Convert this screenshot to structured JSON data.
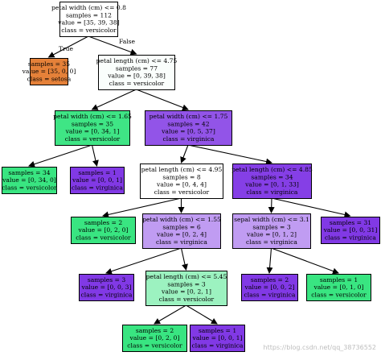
{
  "tree": {
    "colors": {
      "white": "#ffffff",
      "setosa": "#e58139",
      "versicolor_strong": "#39e581",
      "versicolor_light": "#a8f3c4",
      "virginica_strong": "#8139e5",
      "virginica_light": "#c9a8f3"
    },
    "edge_labels": {
      "true": "True",
      "false": "False"
    },
    "nodes": [
      {
        "id": "n0",
        "lines": [
          "petal width (cm) <= 0.8",
          "samples = 112",
          "value = [35, 39, 38]",
          "class = versicolor"
        ],
        "fill": "#ffffff"
      },
      {
        "id": "n1",
        "lines": [
          "samples = 35",
          "value = [35, 0, 0]",
          "class = setosa"
        ],
        "fill": "#e58139"
      },
      {
        "id": "n2",
        "lines": [
          "petal length (cm) <= 4.75",
          "samples = 77",
          "value = [0, 39, 38]",
          "class = versicolor"
        ],
        "fill": "#fafefc"
      },
      {
        "id": "n3",
        "lines": [
          "petal width (cm) <= 1.65",
          "samples = 35",
          "value = [0, 34, 1]",
          "class = versicolor"
        ],
        "fill": "#3fe585"
      },
      {
        "id": "n4",
        "lines": [
          "petal width (cm) <= 1.75",
          "samples = 42",
          "value = [0, 5, 37]",
          "class = virginica"
        ],
        "fill": "#9254e8"
      },
      {
        "id": "n5",
        "lines": [
          "samples = 34",
          "value = [0, 34, 0]",
          "class = versicolor"
        ],
        "fill": "#39e581"
      },
      {
        "id": "n6",
        "lines": [
          "samples = 1",
          "value = [0, 0, 1]",
          "class = virginica"
        ],
        "fill": "#8139e5"
      },
      {
        "id": "n7",
        "lines": [
          "petal length (cm) <= 4.95",
          "samples = 8",
          "value = [0, 4, 4]",
          "class = versicolor"
        ],
        "fill": "#ffffff"
      },
      {
        "id": "n8",
        "lines": [
          "petal length (cm) <= 4.85",
          "samples = 34",
          "value = [0, 1, 33]",
          "class = virginica"
        ],
        "fill": "#853fe6"
      },
      {
        "id": "n9",
        "lines": [
          "samples = 2",
          "value = [0, 2, 0]",
          "class = versicolor"
        ],
        "fill": "#39e581"
      },
      {
        "id": "n10",
        "lines": [
          "petal width (cm) <= 1.55",
          "samples = 6",
          "value = [0, 2, 4]",
          "class = virginica"
        ],
        "fill": "#c09cf2"
      },
      {
        "id": "n11",
        "lines": [
          "sepal width (cm) <= 3.1",
          "samples = 3",
          "value = [0, 1, 2]",
          "class = virginica"
        ],
        "fill": "#c09cf2"
      },
      {
        "id": "n12",
        "lines": [
          "samples = 31",
          "value = [0, 0, 31]",
          "class = virginica"
        ],
        "fill": "#8139e5"
      },
      {
        "id": "n13",
        "lines": [
          "samples = 3",
          "value = [0, 0, 3]",
          "class = virginica"
        ],
        "fill": "#8139e5"
      },
      {
        "id": "n14",
        "lines": [
          "petal length (cm) <= 5.45",
          "samples = 3",
          "value = [0, 2, 1]",
          "class = versicolor"
        ],
        "fill": "#9cf2c0"
      },
      {
        "id": "n15",
        "lines": [
          "samples = 2",
          "value = [0, 0, 2]",
          "class = virginica"
        ],
        "fill": "#8139e5"
      },
      {
        "id": "n16",
        "lines": [
          "samples = 1",
          "value = [0, 1, 0]",
          "class = versicolor"
        ],
        "fill": "#39e581"
      },
      {
        "id": "n17",
        "lines": [
          "samples = 2",
          "value = [0, 2, 0]",
          "class = versicolor"
        ],
        "fill": "#39e581"
      },
      {
        "id": "n18",
        "lines": [
          "samples = 1",
          "value = [0, 0, 1]",
          "class = virginica"
        ],
        "fill": "#8139e5"
      }
    ],
    "edges": [
      {
        "from": "n0",
        "to": "n1",
        "label": "true"
      },
      {
        "from": "n0",
        "to": "n2",
        "label": "false"
      },
      {
        "from": "n2",
        "to": "n3"
      },
      {
        "from": "n2",
        "to": "n4"
      },
      {
        "from": "n3",
        "to": "n5"
      },
      {
        "from": "n3",
        "to": "n6"
      },
      {
        "from": "n4",
        "to": "n7"
      },
      {
        "from": "n4",
        "to": "n8"
      },
      {
        "from": "n7",
        "to": "n9"
      },
      {
        "from": "n7",
        "to": "n10"
      },
      {
        "from": "n8",
        "to": "n11"
      },
      {
        "from": "n8",
        "to": "n12"
      },
      {
        "from": "n10",
        "to": "n13"
      },
      {
        "from": "n10",
        "to": "n14"
      },
      {
        "from": "n11",
        "to": "n15"
      },
      {
        "from": "n11",
        "to": "n16"
      },
      {
        "from": "n14",
        "to": "n17"
      },
      {
        "from": "n14",
        "to": "n18"
      }
    ]
  },
  "watermark": "https://blog.csdn.net/qq_38736552"
}
